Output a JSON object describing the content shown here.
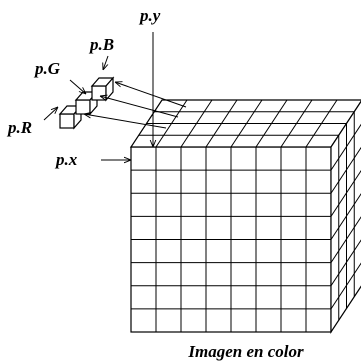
{
  "diagram": {
    "labels": {
      "p_y": "p.y",
      "p_b": "p.B",
      "p_g": "p.G",
      "p_r": "p.R",
      "p_x": "p.x"
    },
    "caption": "Imagen en color",
    "cube": {
      "front_cols": 8,
      "front_rows": 8,
      "depth_cells": 4
    },
    "pixel_channels": [
      "R",
      "G",
      "B"
    ]
  }
}
